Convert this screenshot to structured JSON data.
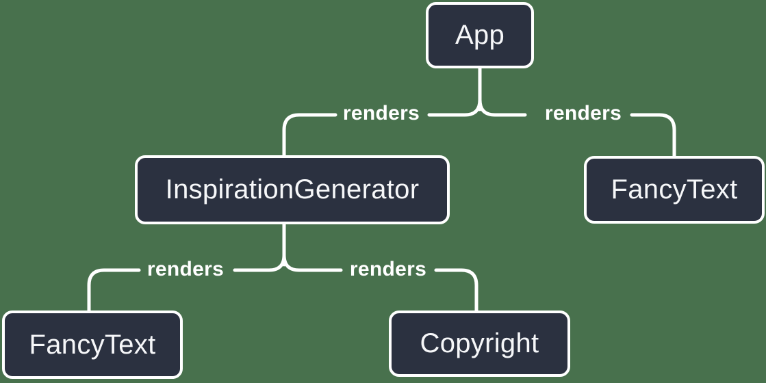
{
  "diagram": {
    "type": "tree",
    "colors": {
      "background": "#48714D",
      "node_fill": "#2B3140",
      "node_border": "#FFFFFF",
      "node_text": "#F6F7F9",
      "connector": "#FFFFFF",
      "edge_label_text": "#FFFFFF"
    },
    "nodes": [
      {
        "id": "app",
        "label": "App"
      },
      {
        "id": "inspiration-generator",
        "label": "InspirationGenerator"
      },
      {
        "id": "fancy-text-top",
        "label": "FancyText"
      },
      {
        "id": "fancy-text-bottom",
        "label": "FancyText"
      },
      {
        "id": "copyright",
        "label": "Copyright"
      }
    ],
    "edges": [
      {
        "from": "App",
        "to": "InspirationGenerator",
        "label": "renders"
      },
      {
        "from": "App",
        "to": "FancyText",
        "label": "renders"
      },
      {
        "from": "InspirationGenerator",
        "to": "FancyText",
        "label": "renders"
      },
      {
        "from": "InspirationGenerator",
        "to": "Copyright",
        "label": "renders"
      }
    ]
  }
}
